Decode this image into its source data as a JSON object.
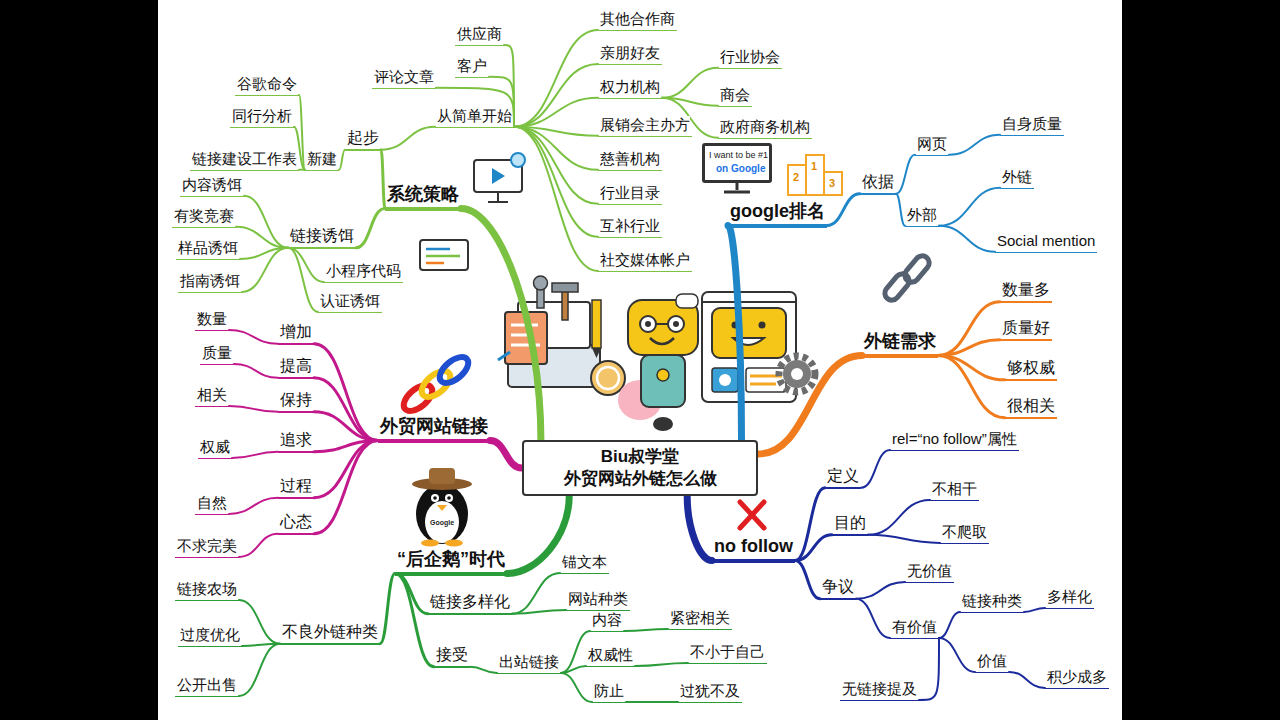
{
  "diagram": {
    "nodes": [
      {
        "text": [
          "Biu叔学堂",
          "外贸网站外链怎么做"
        ]
      },
      {
        "text": [
          "系统策略"
        ]
      },
      {
        "text": [
          "起步"
        ]
      },
      {
        "text": [
          "从简单开始"
        ]
      },
      {
        "text": [
          "供应商"
        ]
      },
      {
        "text": [
          "客户"
        ]
      },
      {
        "text": [
          "评论文章"
        ]
      },
      {
        "text": [
          "其他合作商"
        ]
      },
      {
        "text": [
          "亲朋好友"
        ]
      },
      {
        "text": [
          "权力机构"
        ]
      },
      {
        "text": [
          "行业协会"
        ]
      },
      {
        "text": [
          "商会"
        ]
      },
      {
        "text": [
          "政府商务机构"
        ]
      },
      {
        "text": [
          "展销会主办方"
        ]
      },
      {
        "text": [
          "慈善机构"
        ]
      },
      {
        "text": [
          "行业目录"
        ]
      },
      {
        "text": [
          "互补行业"
        ]
      },
      {
        "text": [
          "社交媒体帐户"
        ]
      },
      {
        "text": [
          "新建"
        ]
      },
      {
        "text": [
          "谷歌命令"
        ]
      },
      {
        "text": [
          "同行分析"
        ]
      },
      {
        "text": [
          "链接建设工作表"
        ]
      },
      {
        "text": [
          "链接诱饵"
        ]
      },
      {
        "text": [
          "内容诱饵"
        ]
      },
      {
        "text": [
          "有奖竞赛"
        ]
      },
      {
        "text": [
          "样品诱饵"
        ]
      },
      {
        "text": [
          "指南诱饵"
        ]
      },
      {
        "text": [
          "小程序代码"
        ]
      },
      {
        "text": [
          "认证诱饵"
        ]
      },
      {
        "text": [
          "google排名"
        ]
      },
      {
        "text": [
          "依据"
        ]
      },
      {
        "text": [
          "网页"
        ]
      },
      {
        "text": [
          "自身质量"
        ]
      },
      {
        "text": [
          "外部"
        ]
      },
      {
        "text": [
          "外链"
        ]
      },
      {
        "text": [
          "Social mention"
        ]
      },
      {
        "text": [
          "外链需求"
        ]
      },
      {
        "text": [
          "数量多"
        ]
      },
      {
        "text": [
          "质量好"
        ]
      },
      {
        "text": [
          "够权威"
        ]
      },
      {
        "text": [
          "很相关"
        ]
      },
      {
        "text": [
          "no follow"
        ]
      },
      {
        "text": [
          "定义"
        ]
      },
      {
        "text": [
          "rel=“no follow”属性"
        ]
      },
      {
        "text": [
          "目的"
        ]
      },
      {
        "text": [
          "不相干"
        ]
      },
      {
        "text": [
          "不爬取"
        ]
      },
      {
        "text": [
          "争议"
        ]
      },
      {
        "text": [
          "无价值"
        ]
      },
      {
        "text": [
          "有价值"
        ]
      },
      {
        "text": [
          "链接种类"
        ]
      },
      {
        "text": [
          "多样化"
        ]
      },
      {
        "text": [
          "价值"
        ]
      },
      {
        "text": [
          "积少成多"
        ]
      },
      {
        "text": [
          "无链接提及"
        ]
      },
      {
        "text": [
          "“后企鹅”时代"
        ]
      },
      {
        "text": [
          "不良外链种类"
        ]
      },
      {
        "text": [
          "链接农场"
        ]
      },
      {
        "text": [
          "过度优化"
        ]
      },
      {
        "text": [
          "公开出售"
        ]
      },
      {
        "text": [
          "链接多样化"
        ]
      },
      {
        "text": [
          "锚文本"
        ]
      },
      {
        "text": [
          "网站种类"
        ]
      },
      {
        "text": [
          "接受"
        ]
      },
      {
        "text": [
          "出站链接"
        ]
      },
      {
        "text": [
          "内容"
        ]
      },
      {
        "text": [
          "紧密相关"
        ]
      },
      {
        "text": [
          "权威性"
        ]
      },
      {
        "text": [
          "不小于自己"
        ]
      },
      {
        "text": [
          "防止"
        ]
      },
      {
        "text": [
          "过犹不及"
        ]
      },
      {
        "text": [
          "外贸网站链接"
        ]
      },
      {
        "text": [
          "增加"
        ]
      },
      {
        "text": [
          "数量"
        ]
      },
      {
        "text": [
          "提高"
        ]
      },
      {
        "text": [
          "质量"
        ]
      },
      {
        "text": [
          "保持"
        ]
      },
      {
        "text": [
          "相关"
        ]
      },
      {
        "text": [
          "追求"
        ]
      },
      {
        "text": [
          "权威"
        ]
      },
      {
        "text": [
          "过程"
        ]
      },
      {
        "text": [
          "自然"
        ]
      },
      {
        "text": [
          "心态"
        ]
      },
      {
        "text": [
          "不求完美"
        ]
      }
    ],
    "edges": [
      {
        "from": 0,
        "to": 1,
        "arrow": "none"
      },
      {
        "from": 1,
        "to": 2,
        "arrow": "none"
      },
      {
        "from": 2,
        "to": 3,
        "arrow": "none"
      },
      {
        "from": 3,
        "to": 4,
        "arrow": "none"
      },
      {
        "from": 3,
        "to": 5,
        "arrow": "none"
      },
      {
        "from": 3,
        "to": 6,
        "arrow": "none"
      },
      {
        "from": 3,
        "to": 7,
        "arrow": "none"
      },
      {
        "from": 3,
        "to": 8,
        "arrow": "none"
      },
      {
        "from": 3,
        "to": 9,
        "arrow": "none"
      },
      {
        "from": 9,
        "to": 10,
        "arrow": "none"
      },
      {
        "from": 9,
        "to": 11,
        "arrow": "none"
      },
      {
        "from": 9,
        "to": 12,
        "arrow": "none"
      },
      {
        "from": 3,
        "to": 13,
        "arrow": "none"
      },
      {
        "from": 3,
        "to": 14,
        "arrow": "none"
      },
      {
        "from": 3,
        "to": 15,
        "arrow": "none"
      },
      {
        "from": 3,
        "to": 16,
        "arrow": "none"
      },
      {
        "from": 3,
        "to": 17,
        "arrow": "none"
      },
      {
        "from": 2,
        "to": 18,
        "arrow": "none"
      },
      {
        "from": 18,
        "to": 19,
        "arrow": "none"
      },
      {
        "from": 18,
        "to": 20,
        "arrow": "none"
      },
      {
        "from": 18,
        "to": 21,
        "arrow": "none"
      },
      {
        "from": 1,
        "to": 22,
        "arrow": "none"
      },
      {
        "from": 22,
        "to": 23,
        "arrow": "none"
      },
      {
        "from": 22,
        "to": 24,
        "arrow": "none"
      },
      {
        "from": 22,
        "to": 25,
        "arrow": "none"
      },
      {
        "from": 22,
        "to": 26,
        "arrow": "none"
      },
      {
        "from": 22,
        "to": 27,
        "arrow": "none"
      },
      {
        "from": 22,
        "to": 28,
        "arrow": "none"
      },
      {
        "from": 0,
        "to": 29,
        "arrow": "none"
      },
      {
        "from": 29,
        "to": 30,
        "arrow": "none"
      },
      {
        "from": 30,
        "to": 31,
        "arrow": "none"
      },
      {
        "from": 31,
        "to": 32,
        "arrow": "none"
      },
      {
        "from": 30,
        "to": 33,
        "arrow": "none"
      },
      {
        "from": 33,
        "to": 34,
        "arrow": "none"
      },
      {
        "from": 33,
        "to": 35,
        "arrow": "none"
      },
      {
        "from": 0,
        "to": 36,
        "arrow": "none"
      },
      {
        "from": 36,
        "to": 37,
        "arrow": "none"
      },
      {
        "from": 36,
        "to": 38,
        "arrow": "none"
      },
      {
        "from": 36,
        "to": 39,
        "arrow": "none"
      },
      {
        "from": 36,
        "to": 40,
        "arrow": "none"
      },
      {
        "from": 0,
        "to": 41,
        "arrow": "none"
      },
      {
        "from": 41,
        "to": 42,
        "arrow": "none"
      },
      {
        "from": 42,
        "to": 43,
        "arrow": "none"
      },
      {
        "from": 41,
        "to": 44,
        "arrow": "none"
      },
      {
        "from": 44,
        "to": 45,
        "arrow": "none"
      },
      {
        "from": 44,
        "to": 46,
        "arrow": "none"
      },
      {
        "from": 41,
        "to": 47,
        "arrow": "none"
      },
      {
        "from": 47,
        "to": 48,
        "arrow": "none"
      },
      {
        "from": 47,
        "to": 49,
        "arrow": "none"
      },
      {
        "from": 49,
        "to": 50,
        "arrow": "none"
      },
      {
        "from": 50,
        "to": 51,
        "arrow": "none"
      },
      {
        "from": 49,
        "to": 52,
        "arrow": "none"
      },
      {
        "from": 52,
        "to": 53,
        "arrow": "none"
      },
      {
        "from": 49,
        "to": 54,
        "arrow": "none"
      },
      {
        "from": 0,
        "to": 55,
        "arrow": "none"
      },
      {
        "from": 55,
        "to": 56,
        "arrow": "none"
      },
      {
        "from": 56,
        "to": 57,
        "arrow": "none"
      },
      {
        "from": 56,
        "to": 58,
        "arrow": "none"
      },
      {
        "from": 56,
        "to": 59,
        "arrow": "none"
      },
      {
        "from": 55,
        "to": 60,
        "arrow": "none"
      },
      {
        "from": 60,
        "to": 61,
        "arrow": "none"
      },
      {
        "from": 60,
        "to": 62,
        "arrow": "none"
      },
      {
        "from": 55,
        "to": 63,
        "arrow": "none"
      },
      {
        "from": 63,
        "to": 64,
        "arrow": "none"
      },
      {
        "from": 64,
        "to": 65,
        "arrow": "none"
      },
      {
        "from": 65,
        "to": 66,
        "arrow": "none"
      },
      {
        "from": 64,
        "to": 67,
        "arrow": "none"
      },
      {
        "from": 67,
        "to": 68,
        "arrow": "none"
      },
      {
        "from": 64,
        "to": 69,
        "arrow": "none"
      },
      {
        "from": 69,
        "to": 70,
        "arrow": "none"
      },
      {
        "from": 0,
        "to": 71,
        "arrow": "none"
      },
      {
        "from": 71,
        "to": 72,
        "arrow": "none"
      },
      {
        "from": 72,
        "to": 73,
        "arrow": "none"
      },
      {
        "from": 71,
        "to": 74,
        "arrow": "none"
      },
      {
        "from": 74,
        "to": 75,
        "arrow": "none"
      },
      {
        "from": 71,
        "to": 76,
        "arrow": "none"
      },
      {
        "from": 76,
        "to": 77,
        "arrow": "none"
      },
      {
        "from": 71,
        "to": 78,
        "arrow": "none"
      },
      {
        "from": 78,
        "to": 79,
        "arrow": "none"
      },
      {
        "from": 71,
        "to": 80,
        "arrow": "none"
      },
      {
        "from": 80,
        "to": 81,
        "arrow": "none"
      },
      {
        "from": 71,
        "to": 82,
        "arrow": "none"
      },
      {
        "from": 82,
        "to": 83,
        "arrow": "none"
      }
    ],
    "labels": [
      "I want to be #1",
      "on Google",
      "2",
      "1",
      "3",
      "Google"
    ]
  }
}
